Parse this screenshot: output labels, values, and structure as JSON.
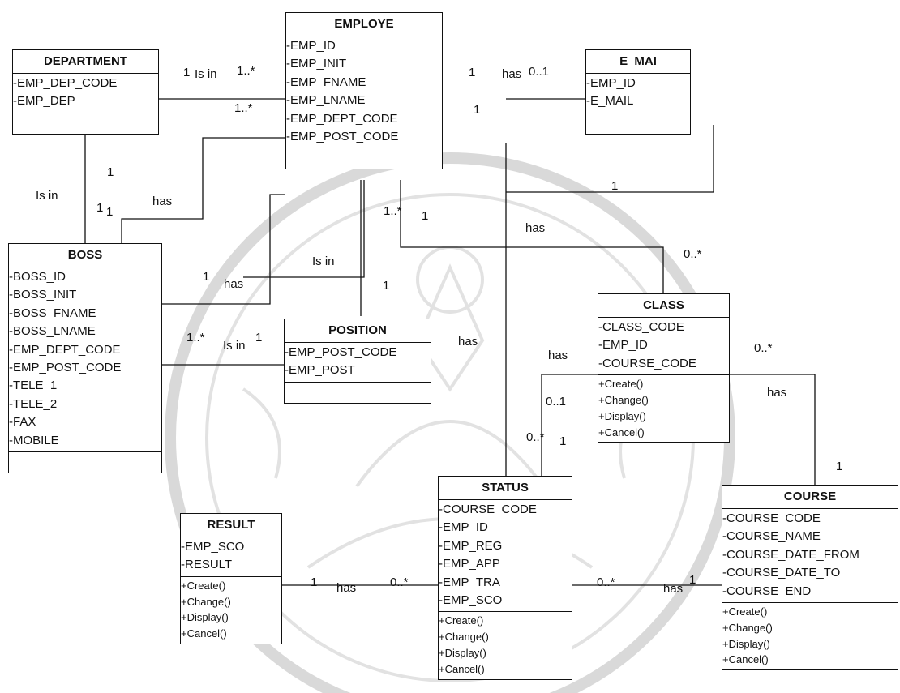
{
  "classes": {
    "employe": {
      "name": "EMPLOYE",
      "attributes": [
        "-EMP_ID",
        "-EMP_INIT",
        "-EMP_FNAME",
        "-EMP_LNAME",
        "-EMP_DEPT_CODE",
        "-EMP_POST_CODE"
      ],
      "operations": []
    },
    "department": {
      "name": "DEPARTMENT",
      "attributes": [
        "-EMP_DEP_CODE",
        "-EMP_DEP"
      ],
      "operations": []
    },
    "e_mai": {
      "name": "E_MAI",
      "attributes": [
        "-EMP_ID",
        "-E_MAIL"
      ],
      "operations": []
    },
    "boss": {
      "name": "BOSS",
      "attributes": [
        "-BOSS_ID",
        "-BOSS_INIT",
        "-BOSS_FNAME",
        "-BOSS_LNAME",
        "-EMP_DEPT_CODE",
        "-EMP_POST_CODE",
        "-TELE_1",
        "-TELE_2",
        "-FAX",
        "-MOBILE"
      ],
      "operations": []
    },
    "position": {
      "name": "POSITION",
      "attributes": [
        "-EMP_POST_CODE",
        "-EMP_POST"
      ],
      "operations": []
    },
    "class": {
      "name": "CLASS",
      "attributes": [
        "-CLASS_CODE",
        "-EMP_ID",
        "-COURSE_CODE"
      ],
      "operations": [
        "+Create()",
        "+Change()",
        "+Display()",
        "+Cancel()"
      ]
    },
    "status": {
      "name": "STATUS",
      "attributes": [
        "-COURSE_CODE",
        "-EMP_ID",
        "-EMP_REG",
        "-EMP_APP",
        "-EMP_TRA",
        "-EMP_SCO"
      ],
      "operations": [
        "+Create()",
        "+Change()",
        "+Display()",
        "+Cancel()"
      ]
    },
    "result": {
      "name": "RESULT",
      "attributes": [
        "-EMP_SCO",
        "-RESULT"
      ],
      "operations": [
        "+Create()",
        "+Change()",
        "+Display()",
        "+Cancel()"
      ]
    },
    "course": {
      "name": "COURSE",
      "attributes": [
        "-COURSE_CODE",
        "-COURSE_NAME",
        "-COURSE_DATE_FROM",
        "-COURSE_DATE_TO",
        "-COURSE_END"
      ],
      "operations": [
        "+Create()",
        "+Change()",
        "+Display()",
        "+Cancel()"
      ]
    }
  },
  "labels": {
    "dept_emp_mult_1": "1",
    "dept_emp_is_in": "Is in",
    "dept_emp_mult_1_star": "1..*",
    "dept_emp_mult_1_star_b": "1..*",
    "emp_email_mult_1": "1",
    "emp_email_has": "has",
    "emp_email_mult_0_1": "0..1",
    "emp_email_mult_1_b": "1",
    "dept_boss_mult_1": "1",
    "dept_boss_is_in": "Is in",
    "boss_mult_1_a": "1",
    "boss_mult_1_b": "1",
    "emp_boss_has": "has",
    "emp_class_mult_1_star": "1..*",
    "emp_class_mult_1": "1",
    "emp_class_mult_1_right": "1",
    "emp_class_has": "has",
    "class_mult_0_star": "0..*",
    "emp_pos_is_in": "Is in",
    "emp_pos_mult_1": "1",
    "boss_emp_mult_1": "1",
    "boss_emp_has": "has",
    "boss_pos_mult_1_star": "1..*",
    "boss_pos_is_in": "Is in",
    "boss_pos_mult_1": "1",
    "emp_status_has": "has",
    "class_status_has": "has",
    "class_status_mult_0_1": "0..1",
    "class_status_mult_0_star": "0..*",
    "class_status_mult_1": "1",
    "class_course_mult_0_star": "0..*",
    "class_course_has": "has",
    "class_course_mult_1": "1",
    "result_mult_1": "1",
    "result_has": "has",
    "result_mult_0_star": "0..*",
    "status_course_mult_0_star": "0..*",
    "status_course_has": "has",
    "status_course_mult_1": "1"
  },
  "colors": {
    "ink": "#111111",
    "watermark": "#d3d3d3"
  }
}
